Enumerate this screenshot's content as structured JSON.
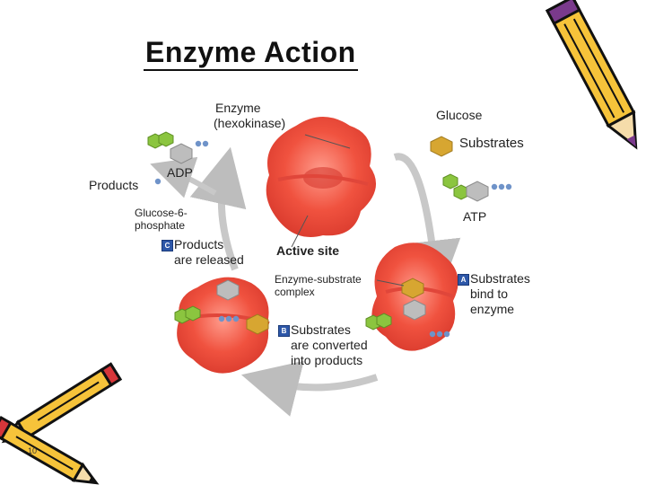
{
  "title": "Enzyme Action",
  "labels": {
    "enzyme": "Enzyme",
    "hexokinase": "(hexokinase)",
    "glucose": "Glucose",
    "substrates": "Substrates",
    "products": "Products",
    "adp": "ADP",
    "glucose6": "Glucose-6-",
    "phosphate": "phosphate",
    "atp": "ATP",
    "active_site": "Active site",
    "es_complex_1": "Enzyme-substrate",
    "es_complex_2": "complex"
  },
  "steps": [
    {
      "letter": "A",
      "lines": [
        "Substrates",
        "bind to",
        "enzyme"
      ]
    },
    {
      "letter": "B",
      "lines": [
        "Substrates",
        "are converted",
        "into products"
      ]
    },
    {
      "letter": "C",
      "lines": [
        "Products",
        "are released"
      ]
    }
  ],
  "page_number": "10",
  "colors": {
    "enzyme": "#ef4a40",
    "enzyme_highlight": "#ff8a7a",
    "glucose": "#d7a631",
    "adp": "#8bc53f",
    "phosphate": "#6f93c9",
    "product": "#b9b9b9",
    "arrow": "#c8c8c8",
    "step_badge": "#2d57a8"
  },
  "decor": [
    "pencil-icon",
    "pencils-icon"
  ]
}
